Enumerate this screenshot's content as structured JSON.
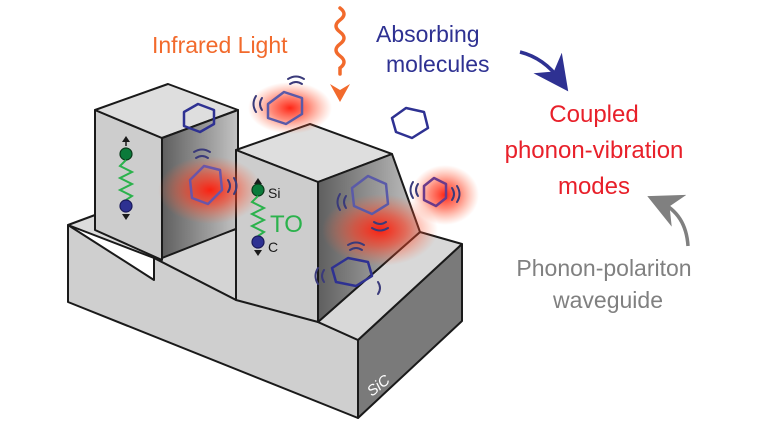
{
  "labels": {
    "infrared_light": "Infrared Light",
    "absorbing_molecules_line1": "Absorbing",
    "absorbing_molecules_line2": "molecules",
    "coupled_line1": "Coupled",
    "coupled_line2": "phonon-vibration",
    "coupled_line3": "modes",
    "waveguide_line1": "Phonon-polariton",
    "waveguide_line2": "waveguide",
    "mode_name": "TO",
    "atom_si": "Si",
    "atom_c": "C",
    "material": "SiC"
  },
  "colors": {
    "infrared": "#f26a2c",
    "molecules": "#2e3192",
    "coupled": "#e8202a",
    "waveguide": "#808080",
    "mode": "#2bb24c",
    "si_atom": "#0b7a3a",
    "c_atom": "#2e3192",
    "glow": "#ff2a1a"
  }
}
